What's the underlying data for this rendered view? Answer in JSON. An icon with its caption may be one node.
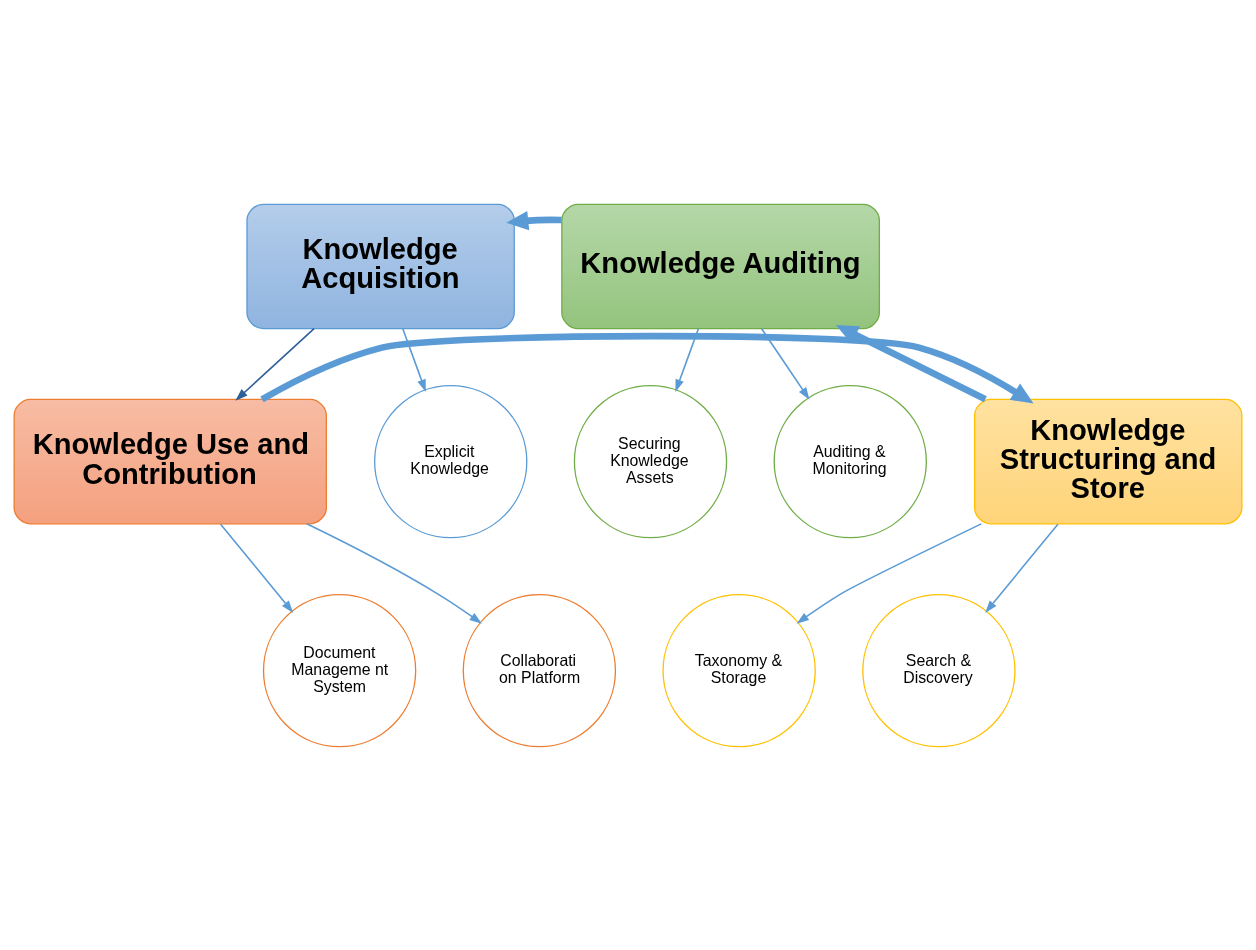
{
  "diagram": {
    "nodes": [
      {
        "text": [
          "Knowledge Acquisition"
        ]
      },
      {
        "text": [
          "Explicit Knowledge"
        ]
      },
      {
        "text": [
          "Knowledge Use and Contribution"
        ]
      },
      {
        "text": [
          "Document Manageme nt System"
        ]
      },
      {
        "text": [
          "Collaborati on Platform"
        ]
      },
      {
        "text": [
          "Knowledge Auditing"
        ]
      },
      {
        "text": [
          "Securing Knowledge Assets"
        ]
      },
      {
        "text": [
          "Auditing & Monitoring"
        ]
      },
      {
        "text": [
          "Knowledge Structuring and Store"
        ]
      },
      {
        "text": [
          "Taxonomy & Storage"
        ]
      },
      {
        "text": [
          "Search & Discovery"
        ]
      }
    ],
    "edges": [
      {
        "from": 5,
        "to": 0,
        "arrow": "to",
        "style": "thick"
      },
      {
        "from": 0,
        "to": 1,
        "arrow": "to"
      },
      {
        "from": 0,
        "to": 2,
        "arrow": "to",
        "color": "#2f5f99"
      },
      {
        "from": 2,
        "to": 8,
        "arrow": "to",
        "style": "thick"
      },
      {
        "from": 8,
        "to": 5,
        "arrow": "to",
        "style": "thick"
      },
      {
        "from": 2,
        "to": 3,
        "arrow": "to"
      },
      {
        "from": 2,
        "to": 4,
        "arrow": "to"
      },
      {
        "from": 5,
        "to": 6,
        "arrow": "to"
      },
      {
        "from": 5,
        "to": 7,
        "arrow": "to"
      },
      {
        "from": 8,
        "to": 9,
        "arrow": "to"
      },
      {
        "from": 8,
        "to": 10,
        "arrow": "to"
      }
    ]
  }
}
